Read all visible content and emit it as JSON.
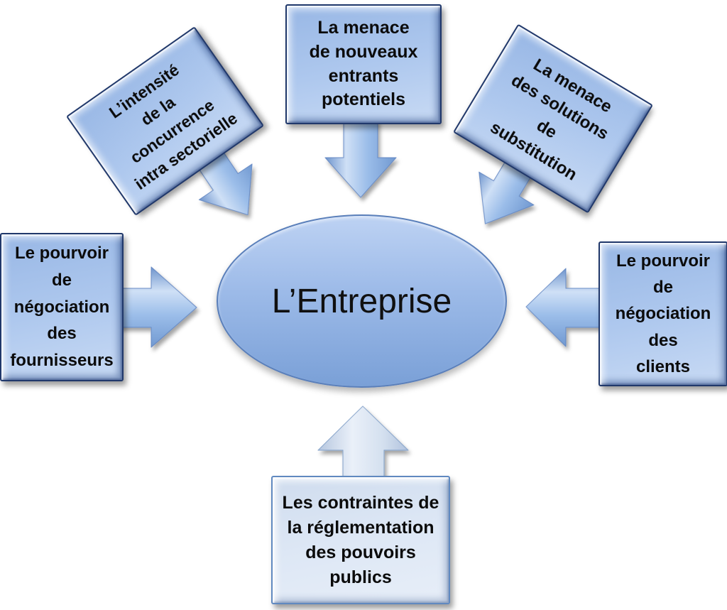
{
  "center": {
    "label": "L’Entreprise"
  },
  "forces": {
    "intensity": {
      "label": "L’intensité\nde la\nconcurrence\nintra sectorielle"
    },
    "new_entrants": {
      "label": "La menace\nde nouveaux\nentrants\npotentiels"
    },
    "substitution": {
      "label": "La menace\ndes solutions\nde\nsubstitution"
    },
    "suppliers": {
      "label": "Le pourvoir\nde\nnégociation\ndes\nfournisseurs"
    },
    "clients": {
      "label": "Le pourvoir\nde\nnégociation\ndes\nclients"
    },
    "regulation": {
      "label": "Les contraintes de\nla réglementation\ndes pouvoirs\npublics"
    }
  },
  "colors": {
    "box_border": "#20386b",
    "box_fill_dark": "#98b7e5",
    "box_fill_light": "#c8daf4",
    "pale_box_border": "#6089c0",
    "pale_box_fill": "#dde7f5",
    "arrow_fill_dark": "#6e94cc",
    "arrow_fill_light": "#cfe0f6",
    "pale_arrow_fill": "#eaf0f9",
    "ellipse_top": "#bdd2f3",
    "ellipse_bottom": "#7aa0d7",
    "text": "#0b0b0b"
  }
}
